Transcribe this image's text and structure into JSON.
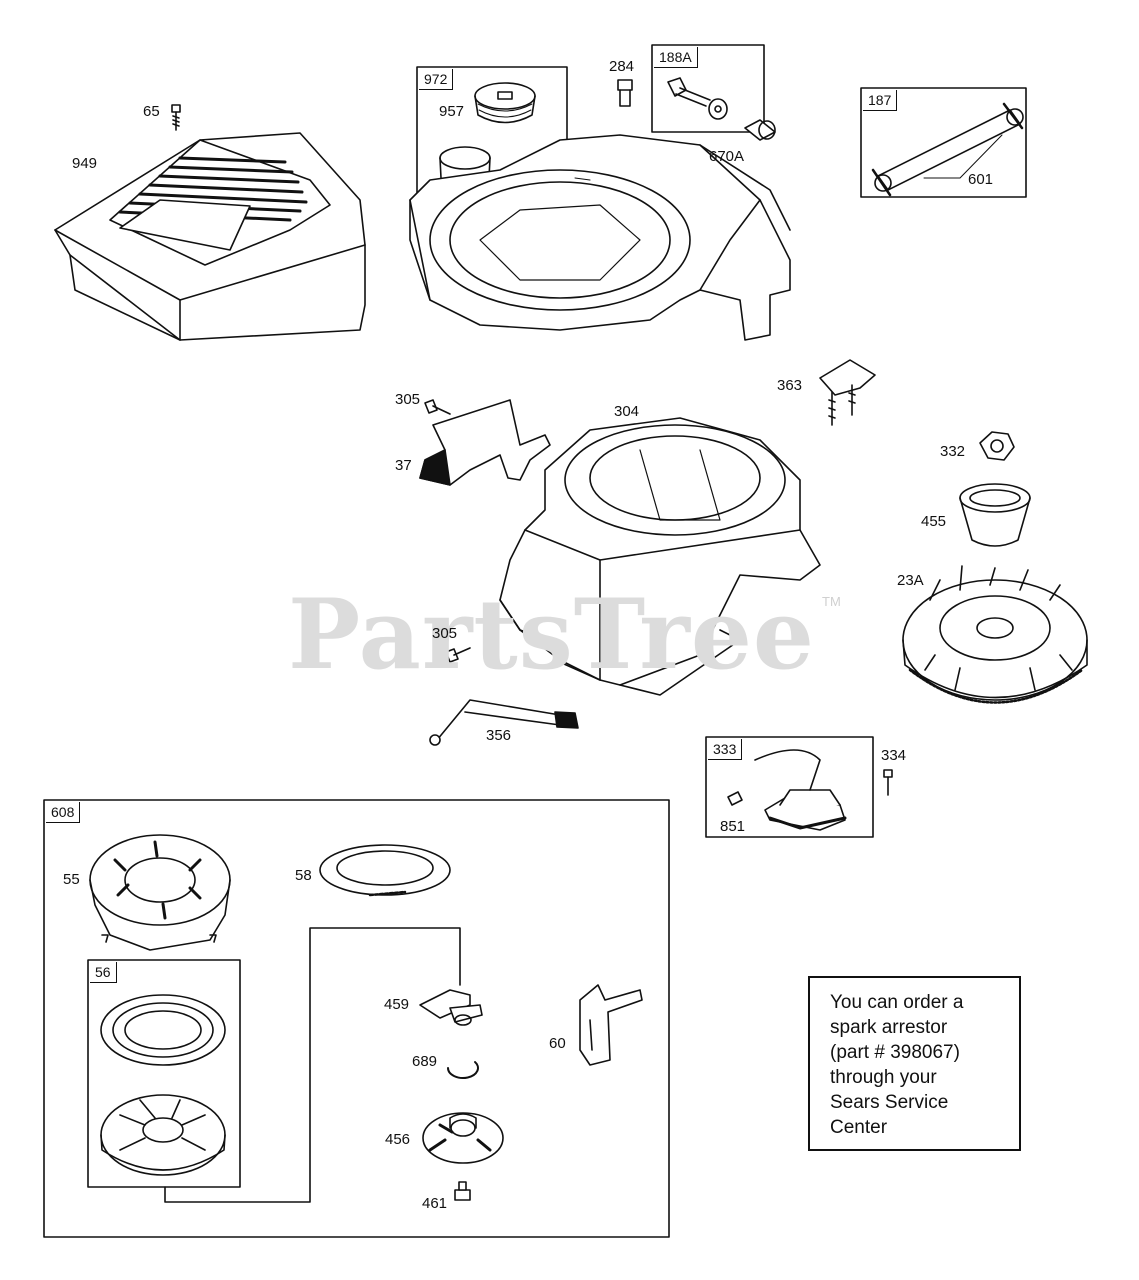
{
  "watermark": {
    "brand": "PartsTree",
    "tm": "TM"
  },
  "groups": [
    {
      "id": "972"
    },
    {
      "id": "188A"
    },
    {
      "id": "187"
    },
    {
      "id": "333"
    },
    {
      "id": "608"
    },
    {
      "id": "56"
    }
  ],
  "callouts": [
    "65",
    "949",
    "957",
    "284",
    "670A",
    "601",
    "305",
    "37",
    "304",
    "363",
    "332",
    "455",
    "23A",
    "305",
    "356",
    "334",
    "851",
    "55",
    "58",
    "459",
    "60",
    "689",
    "456",
    "461"
  ],
  "note": {
    "lines": [
      "You can order a",
      "spark arrestor",
      "(part # 398067)",
      "through your",
      "Sears Service",
      "Center"
    ]
  },
  "colors": {
    "line": "#111111",
    "watermark": "#dcdcdc",
    "background": "#ffffff"
  }
}
